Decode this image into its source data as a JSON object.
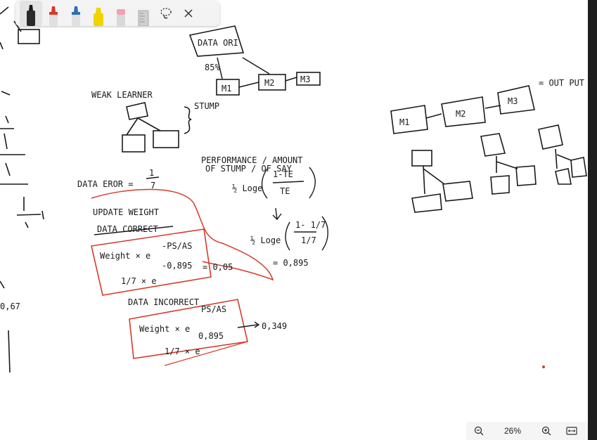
{
  "toolbar": {
    "tools": [
      "ballpoint-pen",
      "red-pen",
      "blue-pen",
      "highlighter",
      "eraser",
      "ruler",
      "lasso-select",
      "close"
    ]
  },
  "zoom": {
    "level": "26%",
    "icons": [
      "zoom-out-icon",
      "zoom-in-icon",
      "fit-to-screen-icon"
    ]
  },
  "ink": {
    "data_ori": "DATA ORI",
    "pct": "85%",
    "m1": "M1",
    "m2": "M2",
    "m3": "M3",
    "weak_learner": "WEAK LEARNER",
    "stump": "STUMP",
    "data_error": "DATA EROR =",
    "performance": "PERFORMANCE / AMOUNT",
    "of_stump": "OF STUMP / OF SAY",
    "one_minus_te": "1-TE",
    "te": "TE",
    "log_half": "½ Loge",
    "result": "= 0,895",
    "update_weight": "UPDATE WEIGHT",
    "data_correct": "DATA CORRECT",
    "w_correct_1": "Weight × e",
    "w_correct_exp": "-PS/AS",
    "w_correct_2": "1/7 × e",
    "w_correct_exp2": "-0,895",
    "w_correct_res": "= 0,05",
    "data_incorrect": "DATA INCORRECT",
    "w_incorrect_1": "Weight × e",
    "w_incorrect_exp": "PS/AS",
    "w_incorrect_2": "1/7 × e",
    "w_incorrect_exp2": "0,895",
    "w_incorrect_res": "0,349",
    "output": "= OUT PUT",
    "left_067": "0,67"
  },
  "colors": {
    "ink": "#1a1a1a",
    "red_ink": "#d63a2a",
    "toolbar_bg": "#f3f3f3"
  }
}
